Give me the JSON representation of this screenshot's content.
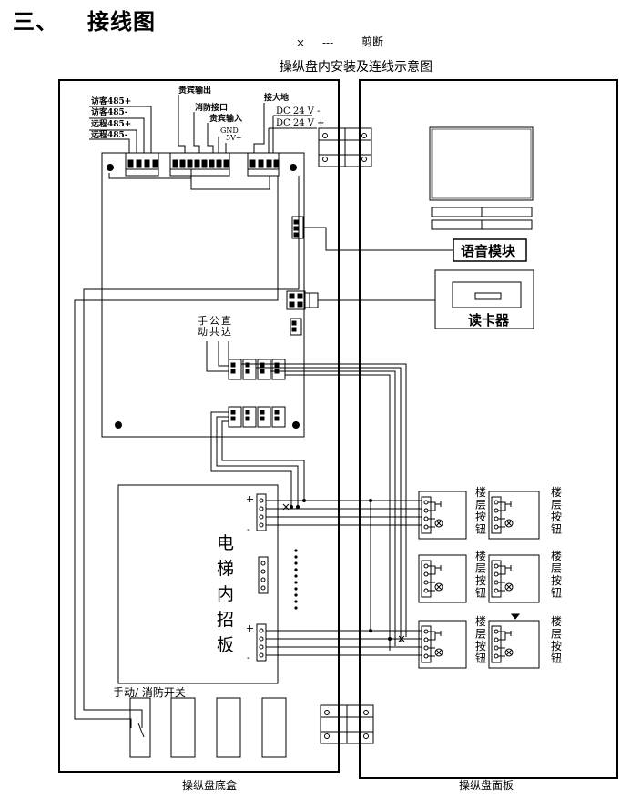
{
  "heading": {
    "number": "三、",
    "title": "接线图"
  },
  "legend": {
    "cross": "×",
    "dash": "---",
    "text": "剪断"
  },
  "diagram_title": "操纵盘内安装及连线示意图",
  "base_box_caption": "操纵盘底盒",
  "face_panel_caption": "操纵盘面板",
  "terminal_labels": {
    "visitor_485_plus": "访客485+",
    "visitor_485_minus": "访客485-",
    "remote_485_plus": "远程485+",
    "remote_485_minus": "远程485-",
    "vip_output": "贵宾输出",
    "fire_interface": "消防接口",
    "vip_input": "贵宾输入",
    "gnd": "GND",
    "v5_plus": "5V+",
    "ground": "接大地",
    "dc24_minus": "DC 24 V -",
    "dc24_plus": "DC 24 V +"
  },
  "mode_labels": [
    "手动",
    "公共",
    "直达"
  ],
  "modules": {
    "voice": "语音模块",
    "card_reader": "读卡器"
  },
  "call_board": "电梯内招板",
  "switch_label": "手动/ 消防开关",
  "floor_button_label": "楼层按钮",
  "colors": {
    "line": "#000000",
    "paper": "#ffffff"
  }
}
